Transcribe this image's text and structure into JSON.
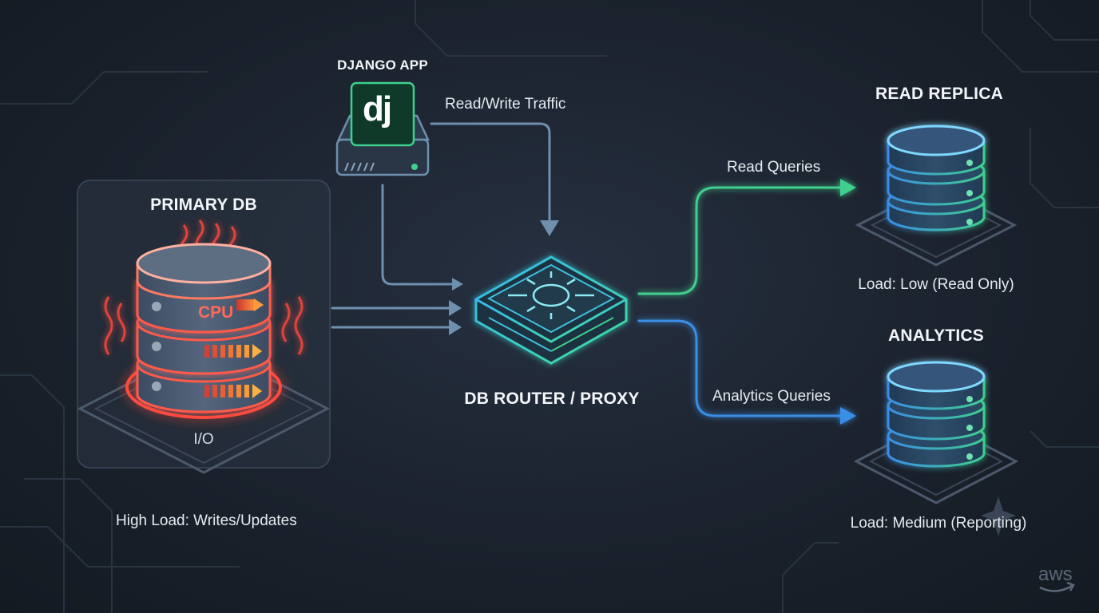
{
  "django_app": {
    "title": "DJANGO APP",
    "logo_text": "dj"
  },
  "traffic_label": "Read/Write Traffic",
  "primary_db": {
    "title": "PRIMARY DB",
    "cpu_label": "CPU",
    "io_label": "I/O",
    "load_label": "High Load: Writes/Updates"
  },
  "router": {
    "title": "DB ROUTER / PROXY"
  },
  "read_replica": {
    "title": "READ REPLICA",
    "edge_label": "Read Queries",
    "load_label": "Load: Low (Read Only)"
  },
  "analytics": {
    "title": "ANALYTICS",
    "edge_label": "Analytics Queries",
    "load_label": "Load: Medium (Reporting)"
  },
  "watermark": "aws",
  "colors": {
    "hot": "#ff4a3d",
    "green": "#3fcf8e",
    "blue": "#3a8ee6",
    "cyan": "#33c6e0",
    "steel": "#6e8fad"
  }
}
